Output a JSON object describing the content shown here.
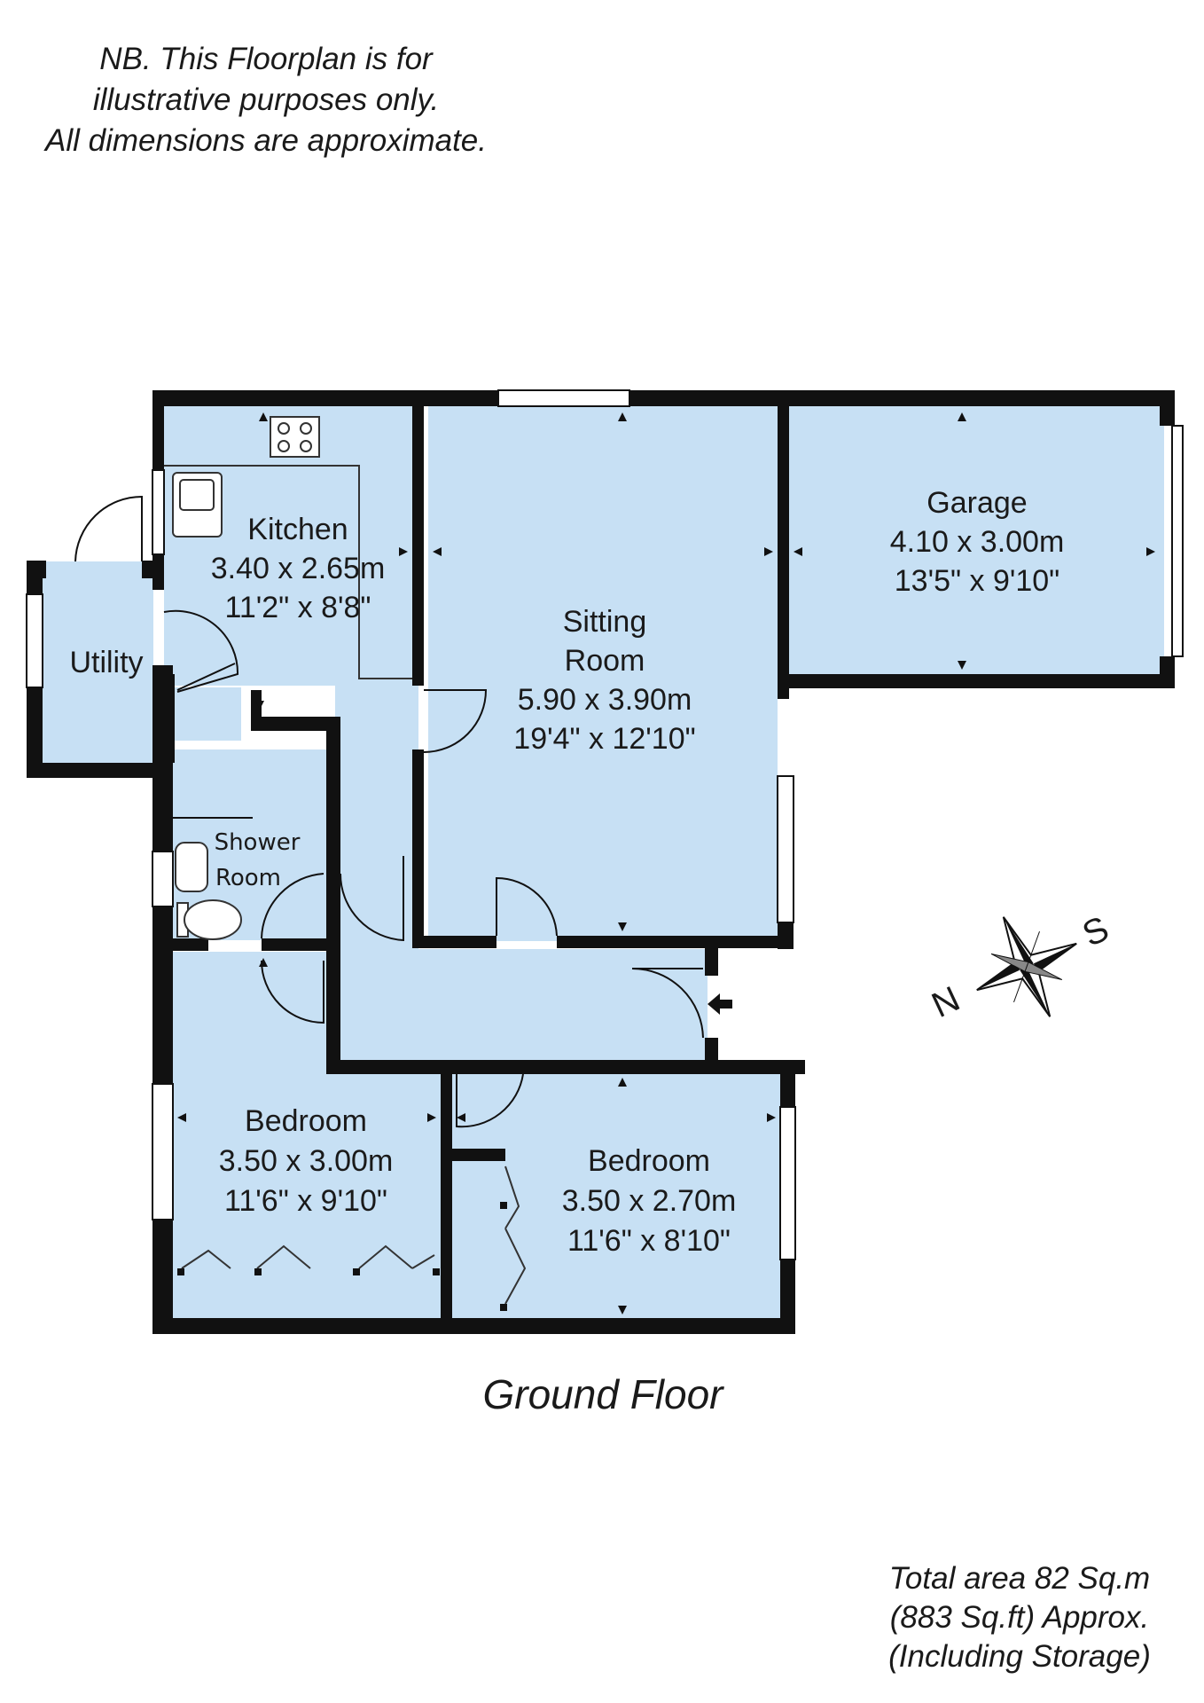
{
  "disclaimer": {
    "line1": "NB. This Floorplan is for",
    "line2": "illustrative purposes only.",
    "line3": "All dimensions are approximate."
  },
  "rooms": {
    "kitchen": {
      "name": "Kitchen",
      "metric": "3.40 x 2.65m",
      "imperial": "11'2\" x 8'8\""
    },
    "sitting_room": {
      "name_line1": "Sitting",
      "name_line2": "Room",
      "metric": "5.90 x 3.90m",
      "imperial": "19'4\" x 12'10\""
    },
    "garage": {
      "name": "Garage",
      "metric": "4.10 x 3.00m",
      "imperial": "13'5\" x 9'10\""
    },
    "utility": {
      "name": "Utility"
    },
    "shower_room": {
      "name_line1": "Shower",
      "name_line2": "Room"
    },
    "bedroom_1": {
      "name": "Bedroom",
      "metric": "3.50 x 3.00m",
      "imperial": "11'6\" x 9'10\""
    },
    "bedroom_2": {
      "name": "Bedroom",
      "metric": "3.50 x 2.70m",
      "imperial": "11'6\" x 8'10\""
    }
  },
  "compass": {
    "north": "N",
    "south": "S"
  },
  "floor_title": "Ground Floor",
  "total_area": {
    "line1": "Total area 82 Sq.m",
    "line2": "(883 Sq.ft) Approx.",
    "line3": "(Including Storage)"
  },
  "colors": {
    "room_fill": "#c7e0f4",
    "wall": "#111111",
    "background": "#ffffff"
  }
}
